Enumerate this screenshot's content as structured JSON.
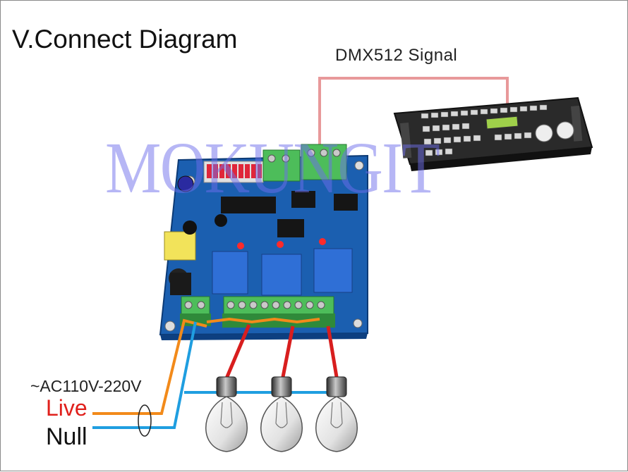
{
  "title": "V.Connect Diagram",
  "signal_label": "DMX512 Signal",
  "supply_label": "~AC110V-220V",
  "live_label": "Live",
  "null_label": "Null",
  "watermark": "MOKUNGIT",
  "colors": {
    "dmx_wire": "#e8999a",
    "live_wire": "#f28a1a",
    "null_wire": "#1f9ee0",
    "load_wire": "#d81e1e",
    "board": "#1b5fb0",
    "terminal": "#4dbd5a"
  },
  "lamps": 3,
  "relays": 3
}
